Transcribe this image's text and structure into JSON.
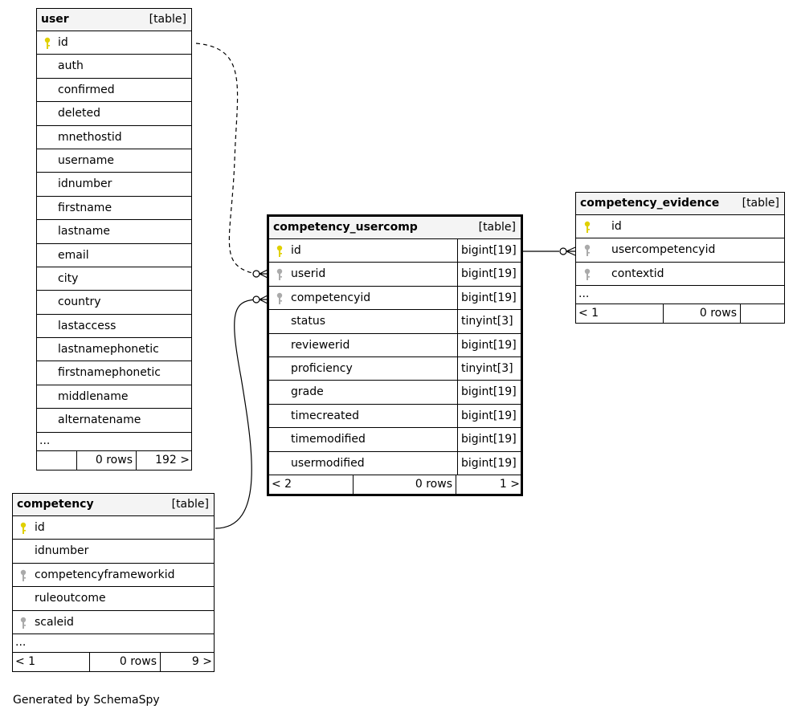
{
  "tables": {
    "user": {
      "name": "user",
      "kind": "[table]",
      "columns": [
        {
          "name": "id",
          "key": "primary"
        },
        {
          "name": "auth",
          "key": "none"
        },
        {
          "name": "confirmed",
          "key": "none"
        },
        {
          "name": "deleted",
          "key": "none"
        },
        {
          "name": "mnethostid",
          "key": "none"
        },
        {
          "name": "username",
          "key": "none"
        },
        {
          "name": "idnumber",
          "key": "none"
        },
        {
          "name": "firstname",
          "key": "none"
        },
        {
          "name": "lastname",
          "key": "none"
        },
        {
          "name": "email",
          "key": "none"
        },
        {
          "name": "city",
          "key": "none"
        },
        {
          "name": "country",
          "key": "none"
        },
        {
          "name": "lastaccess",
          "key": "none"
        },
        {
          "name": "lastnamephonetic",
          "key": "none"
        },
        {
          "name": "firstnamephonetic",
          "key": "none"
        },
        {
          "name": "middlename",
          "key": "none"
        },
        {
          "name": "alternatename",
          "key": "none"
        }
      ],
      "more": "...",
      "footer": {
        "parents": "",
        "rows": "0 rows",
        "children": "192 >"
      }
    },
    "competency": {
      "name": "competency",
      "kind": "[table]",
      "columns": [
        {
          "name": "id",
          "key": "primary"
        },
        {
          "name": "idnumber",
          "key": "none"
        },
        {
          "name": "competencyframeworkid",
          "key": "foreign"
        },
        {
          "name": "ruleoutcome",
          "key": "none"
        },
        {
          "name": "scaleid",
          "key": "foreign"
        }
      ],
      "more": "...",
      "footer": {
        "parents": "< 1",
        "rows": "0 rows",
        "children": "9 >"
      }
    },
    "competency_usercomp": {
      "name": "competency_usercomp",
      "kind": "[table]",
      "columns": [
        {
          "name": "id",
          "type": "bigint[19]",
          "key": "primary"
        },
        {
          "name": "userid",
          "type": "bigint[19]",
          "key": "foreign"
        },
        {
          "name": "competencyid",
          "type": "bigint[19]",
          "key": "foreign"
        },
        {
          "name": "status",
          "type": "tinyint[3]",
          "key": "none"
        },
        {
          "name": "reviewerid",
          "type": "bigint[19]",
          "key": "none"
        },
        {
          "name": "proficiency",
          "type": "tinyint[3]",
          "key": "none"
        },
        {
          "name": "grade",
          "type": "bigint[19]",
          "key": "none"
        },
        {
          "name": "timecreated",
          "type": "bigint[19]",
          "key": "none"
        },
        {
          "name": "timemodified",
          "type": "bigint[19]",
          "key": "none"
        },
        {
          "name": "usermodified",
          "type": "bigint[19]",
          "key": "none"
        }
      ],
      "footer": {
        "parents": "< 2",
        "rows": "0 rows",
        "children": "1 >"
      }
    },
    "competency_evidence": {
      "name": "competency_evidence",
      "kind": "[table]",
      "columns": [
        {
          "name": "id",
          "key": "primary"
        },
        {
          "name": "usercompetencyid",
          "key": "foreign"
        },
        {
          "name": "contextid",
          "key": "foreign"
        }
      ],
      "more": "...",
      "footer": {
        "parents": "< 1",
        "rows": "0 rows",
        "children": ""
      }
    }
  },
  "key_colors": {
    "primary": "#e0d000",
    "foreign": "#aaaaaa"
  },
  "generated_by": "Generated by SchemaSpy"
}
